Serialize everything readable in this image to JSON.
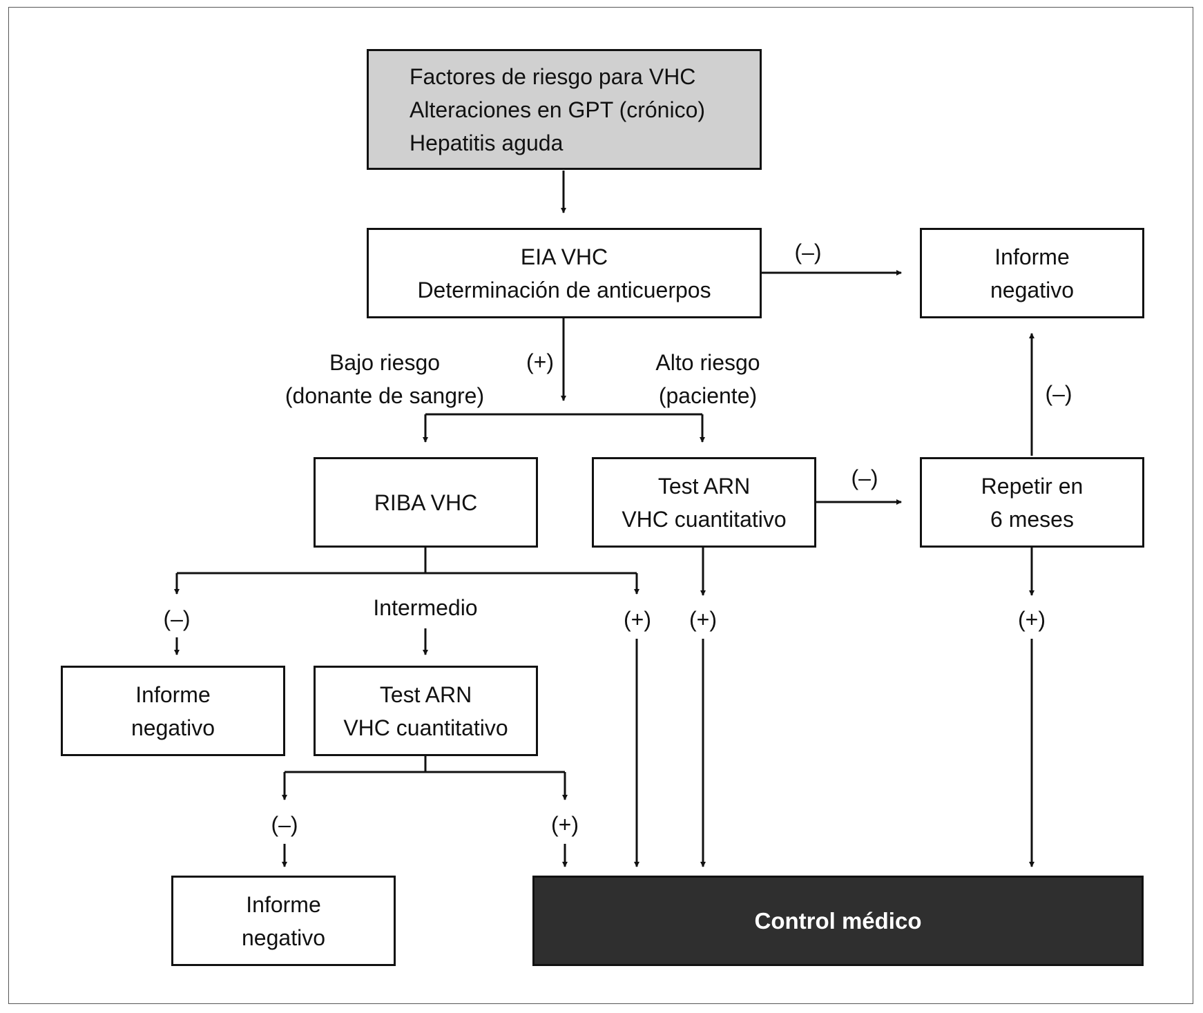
{
  "colors": {
    "start_fill": "#d0d0d0",
    "end_fill": "#2f2f2f",
    "stroke": "#111111"
  },
  "nodes": {
    "risk_factors": {
      "lines": [
        "Factores de riesgo para VHC",
        "Alteraciones en GPT (crónico)",
        "Hepatitis aguda"
      ]
    },
    "eia": {
      "lines": [
        "EIA VHC",
        "Determinación de anticuerpos"
      ]
    },
    "report_top": {
      "lines": [
        "Informe",
        "negativo"
      ]
    },
    "riba": {
      "lines": [
        "RIBA VHC"
      ]
    },
    "rna_test_high": {
      "lines": [
        "Test ARN",
        "VHC cuantitativo"
      ]
    },
    "repeat": {
      "lines": [
        "Repetir en",
        "6 meses"
      ]
    },
    "report_left": {
      "lines": [
        "Informe",
        "negativo"
      ]
    },
    "rna_test_mid": {
      "lines": [
        "Test ARN",
        "VHC cuantitativo"
      ]
    },
    "report_bottom": {
      "lines": [
        "Informe",
        "negativo"
      ]
    },
    "control": {
      "lines": [
        "Control médico"
      ]
    }
  },
  "labels": {
    "eia_neg": "(–)",
    "eia_pos": "(+)",
    "low_risk": [
      "Bajo riesgo",
      "(donante de sangre)"
    ],
    "high_risk": [
      "Alto riesgo",
      "(paciente)"
    ],
    "rna_high_neg": "(–)",
    "repeat_neg": "(–)",
    "riba_neg": "(–)",
    "riba_intermediate": "Intermedio",
    "riba_pos": "(+)",
    "rna_high_pos": "(+)",
    "repeat_pos": "(+)",
    "rna_mid_neg": "(–)",
    "rna_mid_pos": "(+)"
  }
}
